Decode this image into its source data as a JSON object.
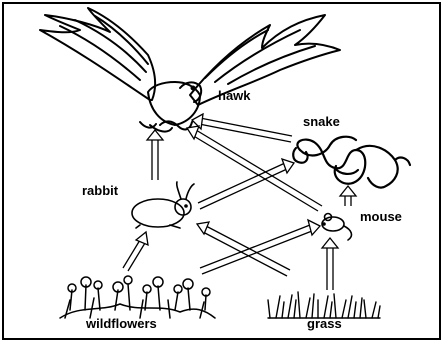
{
  "organisms": {
    "hawk": "hawk",
    "snake": "snake",
    "rabbit": "rabbit",
    "mouse": "mouse",
    "wildflowers": "wildflowers",
    "grass": "grass"
  },
  "arrows": [
    {
      "from": "rabbit",
      "to": "hawk"
    },
    {
      "from": "rabbit",
      "to": "snake"
    },
    {
      "from": "snake",
      "to": "hawk"
    },
    {
      "from": "mouse",
      "to": "hawk"
    },
    {
      "from": "mouse",
      "to": "snake"
    },
    {
      "from": "wildflowers",
      "to": "rabbit"
    },
    {
      "from": "wildflowers",
      "to": "mouse"
    },
    {
      "from": "grass",
      "to": "rabbit"
    },
    {
      "from": "grass",
      "to": "mouse"
    }
  ]
}
